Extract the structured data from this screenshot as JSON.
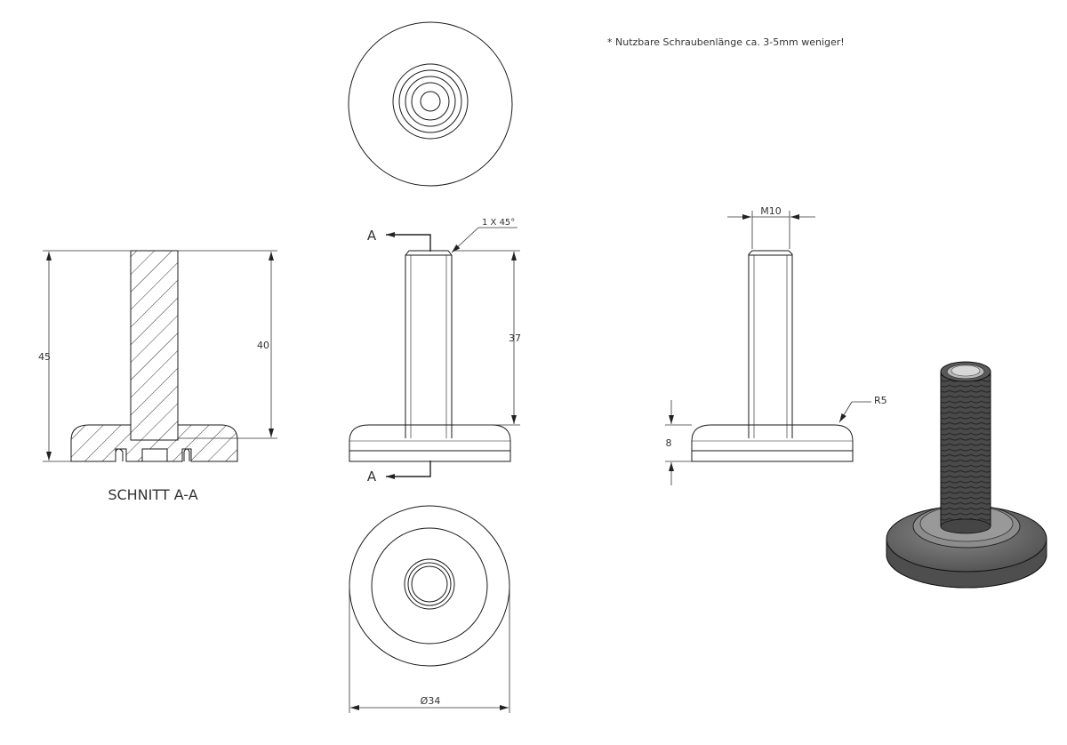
{
  "note": "* Nutzbare Schraubenlänge ca. 3-5mm weniger!",
  "section": {
    "label": "SCHNITT A-A",
    "dim_total_height": "45",
    "dim_shaft_height": "40"
  },
  "front_view": {
    "section_marker": "A",
    "chamfer": "1 X 45°",
    "dim_thread_length": "37"
  },
  "side_view": {
    "thread": "M10",
    "radius": "R5",
    "dim_base_height": "8"
  },
  "bottom_view": {
    "diameter": "Ø34"
  },
  "colors": {
    "line": "#1a1a1a",
    "dim": "#333333",
    "hatch": "#333333",
    "render_base": "#5c5c5c",
    "render_thread": "#474747"
  }
}
